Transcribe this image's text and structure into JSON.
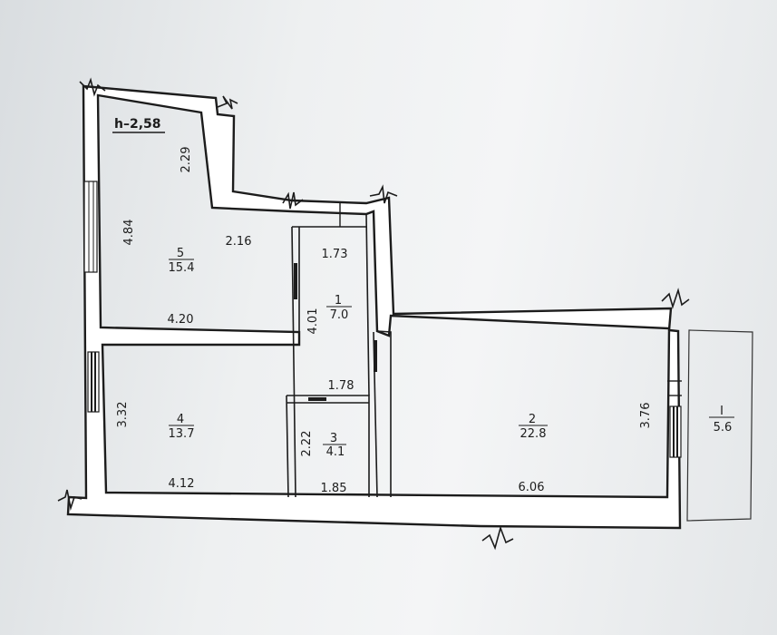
{
  "height_label": "h–2,58",
  "rooms": [
    {
      "number": "5",
      "area": "15.4"
    },
    {
      "number": "1",
      "area": "7.0"
    },
    {
      "number": "4",
      "area": "13.7"
    },
    {
      "number": "3",
      "area": "4.1"
    },
    {
      "number": "2",
      "area": "22.8"
    },
    {
      "number": "I",
      "area": "5.6"
    }
  ],
  "dimensions": {
    "d229": "2.29",
    "d484": "4.84",
    "d216": "2.16",
    "d173": "1.73",
    "d420": "4.20",
    "d401": "4.01",
    "d178": "1.78",
    "d332": "3.32",
    "d222": "2.22",
    "d412": "4.12",
    "d185": "1.85",
    "d606": "6.06",
    "d376": "3.76"
  }
}
